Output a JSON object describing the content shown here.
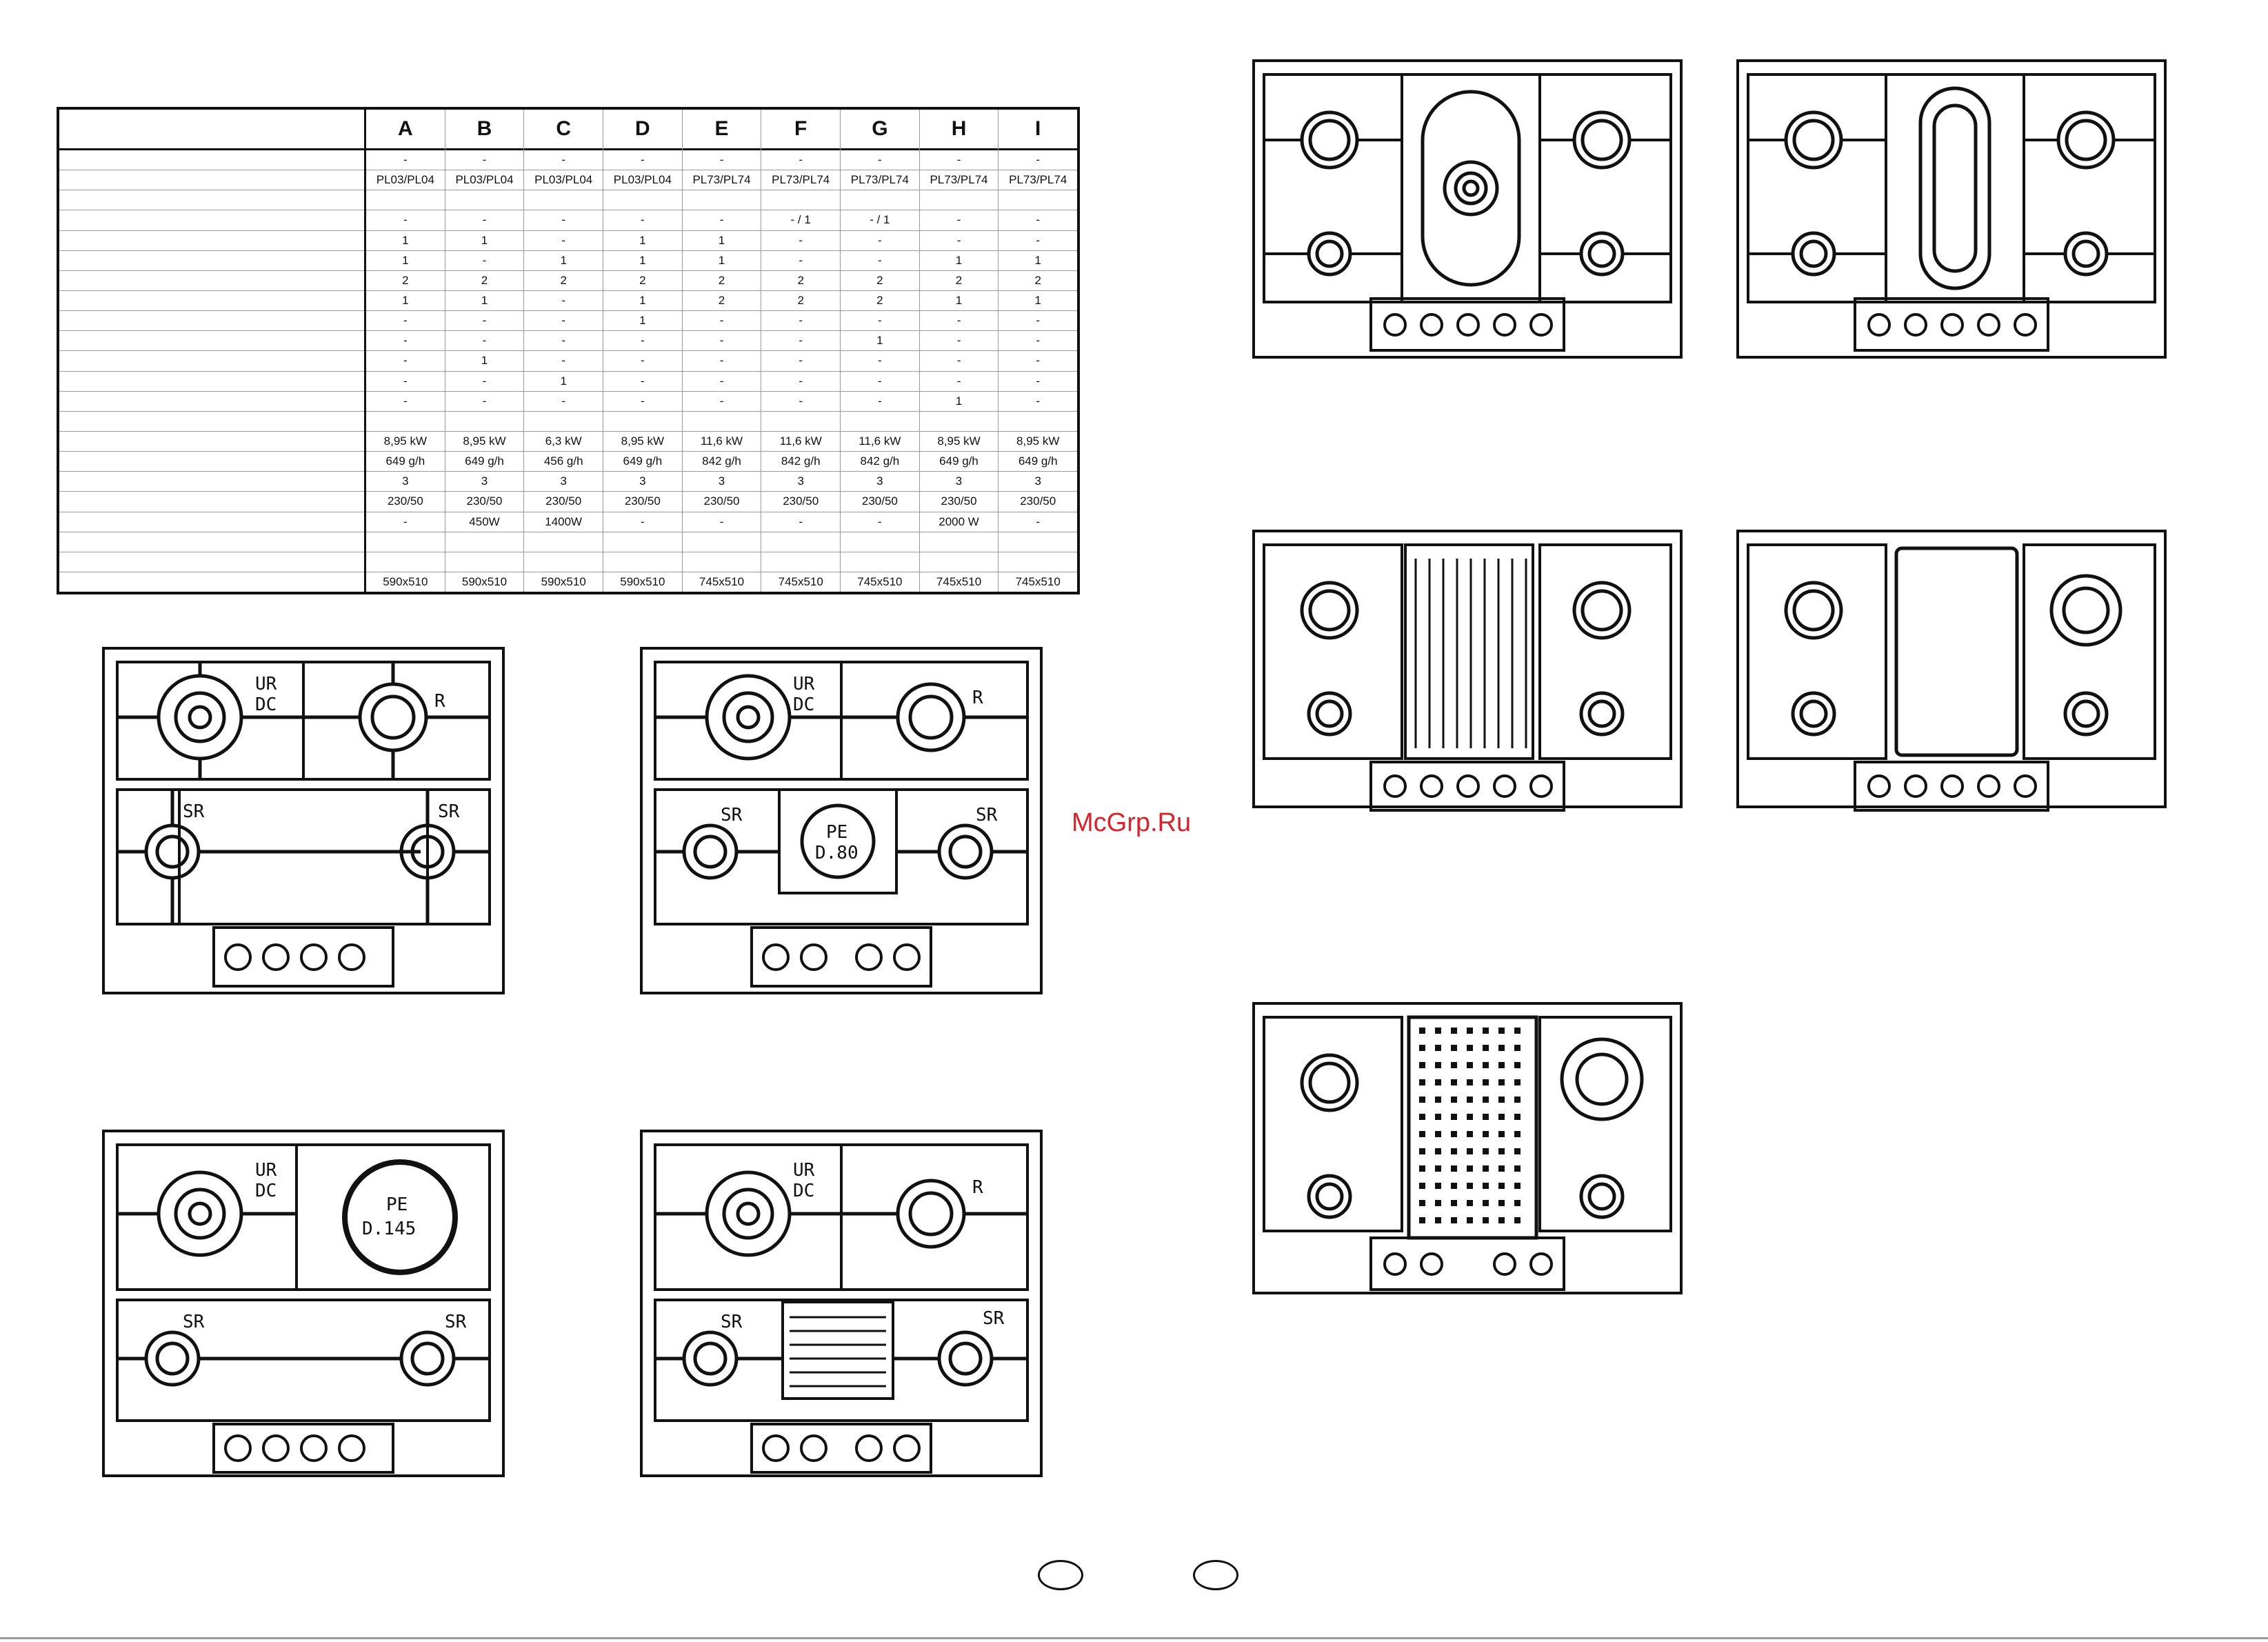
{
  "spec_table": {
    "columns": [
      {
        "letter": "A",
        "cells": [
          "-",
          "PL03/PL04",
          "",
          "-",
          "1",
          "1",
          "2",
          "1",
          "-",
          "-",
          "-",
          "-",
          "-",
          "",
          "8,95 kW",
          "649 g/h",
          "3",
          "230/50",
          "-",
          "",
          "",
          "590x510"
        ]
      },
      {
        "letter": "B",
        "cells": [
          "-",
          "PL03/PL04",
          "",
          "-",
          "1",
          "-",
          "2",
          "1",
          "-",
          "-",
          "1",
          "-",
          "-",
          "",
          "8,95 kW",
          "649 g/h",
          "3",
          "230/50",
          "450W",
          "",
          "",
          "590x510"
        ]
      },
      {
        "letter": "C",
        "cells": [
          "-",
          "PL03/PL04",
          "",
          "-",
          "-",
          "1",
          "2",
          "-",
          "-",
          "-",
          "-",
          "1",
          "-",
          "",
          "6,3 kW",
          "456 g/h",
          "3",
          "230/50",
          "1400W",
          "",
          "",
          "590x510"
        ]
      },
      {
        "letter": "D",
        "cells": [
          "-",
          "PL03/PL04",
          "",
          "-",
          "1",
          "1",
          "2",
          "1",
          "1",
          "-",
          "-",
          "-",
          "-",
          "",
          "8,95 kW",
          "649 g/h",
          "3",
          "230/50",
          "-",
          "",
          "",
          "590x510"
        ]
      },
      {
        "letter": "E",
        "cells": [
          "-",
          "PL73/PL74",
          "",
          "-",
          "1",
          "1",
          "2",
          "2",
          "-",
          "-",
          "-",
          "-",
          "-",
          "",
          "11,6 kW",
          "842 g/h",
          "3",
          "230/50",
          "-",
          "",
          "",
          "745x510"
        ]
      },
      {
        "letter": "F",
        "cells": [
          "-",
          "PL73/PL74",
          "",
          "- / 1",
          "-",
          "-",
          "2",
          "2",
          "-",
          "-",
          "-",
          "-",
          "-",
          "",
          "11,6 kW",
          "842 g/h",
          "3",
          "230/50",
          "-",
          "",
          "",
          "745x510"
        ]
      },
      {
        "letter": "G",
        "cells": [
          "-",
          "PL73/PL74",
          "",
          "- / 1",
          "-",
          "-",
          "2",
          "2",
          "-",
          "1",
          "-",
          "-",
          "-",
          "",
          "11,6 kW",
          "842 g/h",
          "3",
          "230/50",
          "-",
          "",
          "",
          "745x510"
        ]
      },
      {
        "letter": "H",
        "cells": [
          "-",
          "PL73/PL74",
          "",
          "-",
          "-",
          "1",
          "2",
          "1",
          "-",
          "-",
          "-",
          "-",
          "1",
          "",
          "8,95 kW",
          "649 g/h",
          "3",
          "230/50",
          "2000 W",
          "",
          "",
          "745x510"
        ]
      },
      {
        "letter": "I",
        "cells": [
          "-",
          "PL73/PL74",
          "",
          "-",
          "-",
          "1",
          "2",
          "1",
          "-",
          "-",
          "-",
          "-",
          "-",
          "",
          "8,95 kW",
          "649 g/h",
          "3",
          "230/50",
          "-",
          "",
          "",
          "745x510"
        ]
      }
    ]
  },
  "hob_labels": {
    "ur": "UR",
    "dc": "DC",
    "r": "R",
    "sr": "SR",
    "pe": "PE",
    "d80": "D.80",
    "d145": "D.145"
  },
  "watermark": "McGrp.Ru",
  "icons": [
    "burner-icon",
    "knob-icon",
    "grill-icon",
    "griddle-plate-icon",
    "hot-plate-icon",
    "fish-burner-icon",
    "wok-burner-icon"
  ]
}
